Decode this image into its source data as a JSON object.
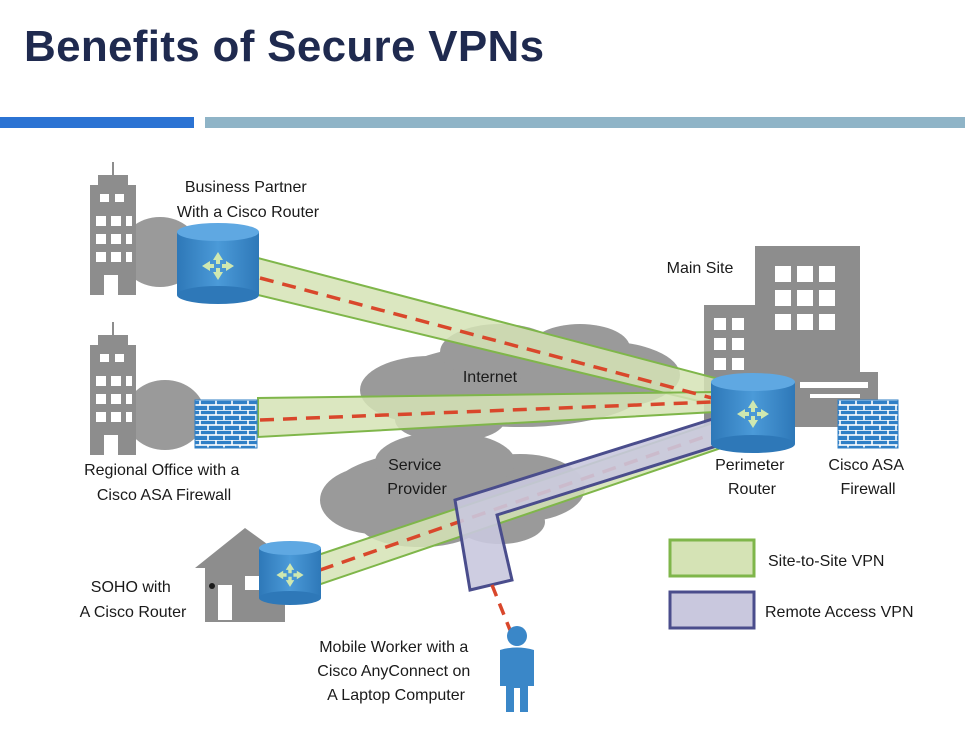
{
  "slide": {
    "title": "Benefits of Secure VPNs"
  },
  "diagram": {
    "labels": {
      "business_partner": [
        "Business Partner",
        "With a Cisco Router"
      ],
      "main_site": "Main Site",
      "internet": "Internet",
      "regional_office": [
        "Regional Office with a",
        "Cisco ASA Firewall"
      ],
      "service_provider": [
        "Service",
        "Provider"
      ],
      "perimeter_router": [
        "Perimeter",
        "Router"
      ],
      "cisco_asa_firewall": [
        "Cisco ASA",
        "Firewall"
      ],
      "soho": [
        "SOHO with",
        "A Cisco Router"
      ],
      "mobile_worker": [
        "Mobile Worker with a",
        "Cisco AnyConnect on",
        "A Laptop Computer"
      ]
    },
    "legend": {
      "site_to_site": "Site-to-Site VPN",
      "remote_access": "Remote Access VPN"
    },
    "colors": {
      "title": "#1f2a4f",
      "accent_blue": "#2b73d3",
      "accent_teal": "#8fb4c7",
      "site_to_site_fill": "#d5e3b5",
      "site_to_site_stroke": "#7fb64a",
      "remote_access_fill": "#c9c8de",
      "remote_access_stroke": "#4a4d8c",
      "tunnel_dash": "#d9472b",
      "device_blue": "#3a87c8",
      "cloud_gray": "#9a9a9a",
      "building_gray": "#8d8d8d"
    },
    "icons": [
      "router-icon",
      "firewall-icon",
      "building-icon",
      "house-icon",
      "person-icon",
      "cloud-icon"
    ]
  }
}
